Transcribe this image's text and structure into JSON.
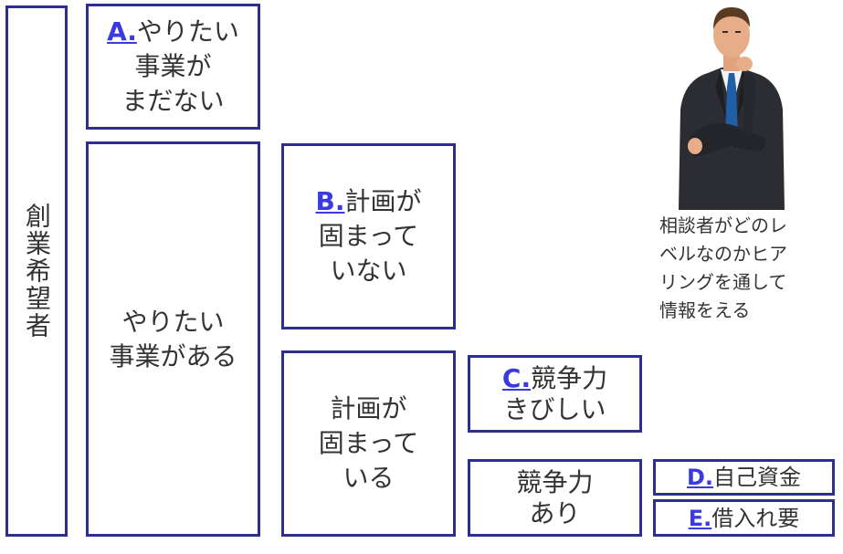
{
  "left_column": {
    "label": "創業希望者"
  },
  "boxes": {
    "a": {
      "prefix": "A.",
      "line1": "やりたい",
      "line2": "事業が",
      "line3": "まだない"
    },
    "has_business": {
      "line1": "やりたい",
      "line2": "事業がある"
    },
    "b": {
      "prefix": "B.",
      "line1": "計画が",
      "line2": "固まって",
      "line3": "いない"
    },
    "plan_fixed": {
      "line1": "計画が",
      "line2": "固まって",
      "line3": "いる"
    },
    "c": {
      "prefix": "C.",
      "line1": "競争力",
      "line2": "きびしい"
    },
    "competitive": {
      "line1": "競争力",
      "line2": "あり"
    },
    "d": {
      "prefix": "D.",
      "line1": "自己資金"
    },
    "e": {
      "prefix": "E.",
      "line1": "借入れ要"
    }
  },
  "note": {
    "line1": "相談者がどのレ",
    "line2": "ベルなのかヒア",
    "line3": "リングを通して",
    "line4": "情報をえる"
  },
  "colors": {
    "border": "#2e2e8f",
    "label": "#3a3ae0",
    "text": "#333333"
  }
}
